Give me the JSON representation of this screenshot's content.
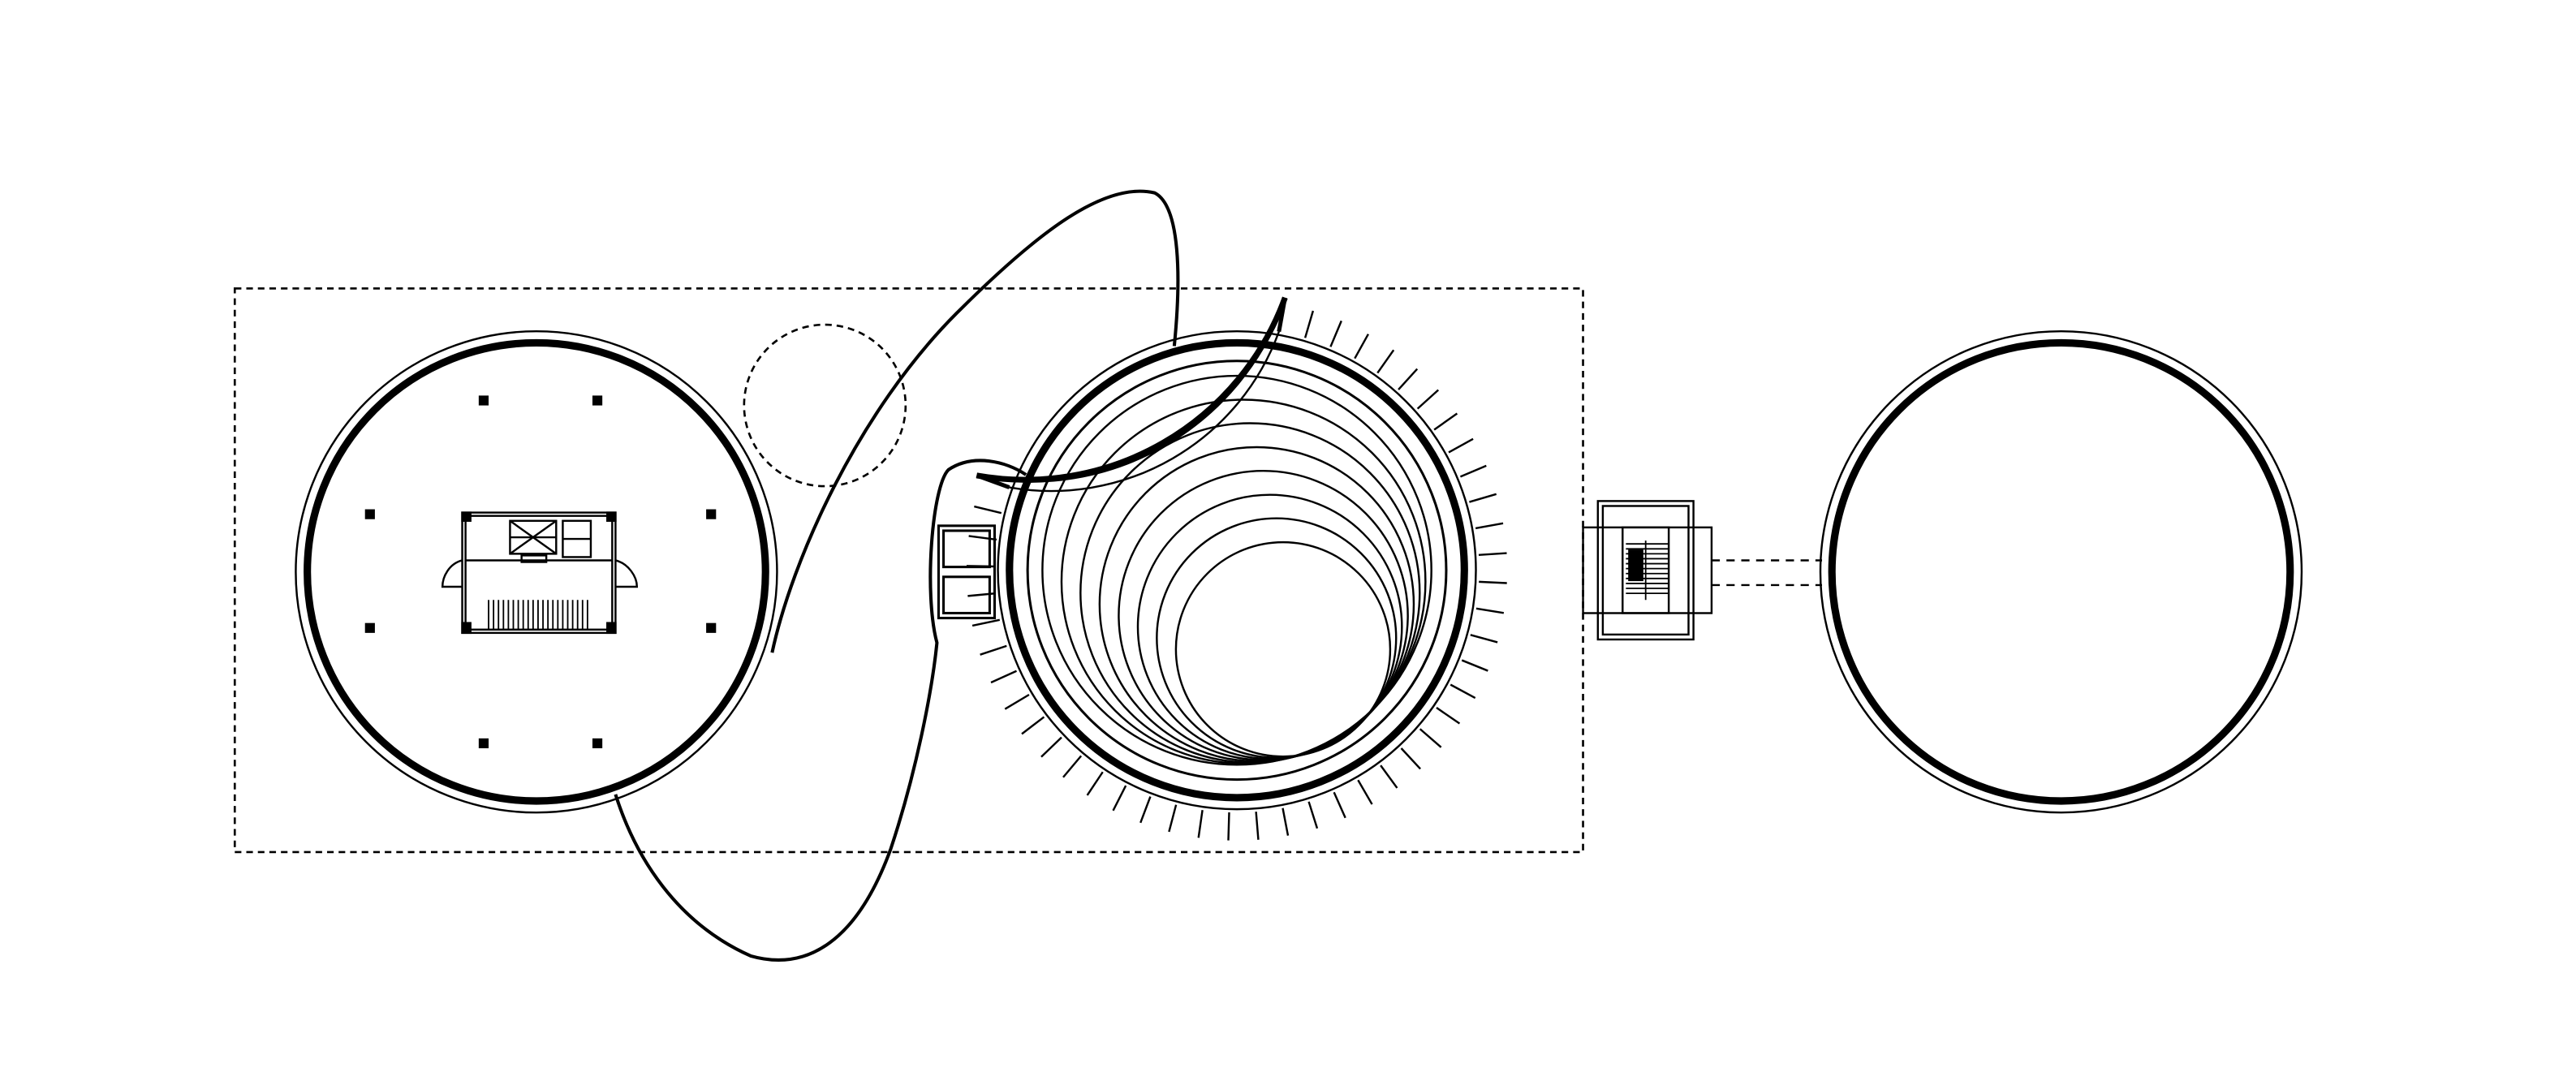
{
  "drawing": {
    "type": "architectural-floor-plan",
    "line_color": "#000000",
    "background": "#ffffff",
    "labels": []
  },
  "structures": {
    "left_tower": {
      "column_markers": 8
    },
    "central_tower": {
      "spiral_rings": 8,
      "perimeter_segments": 44
    },
    "right_tower": {}
  }
}
